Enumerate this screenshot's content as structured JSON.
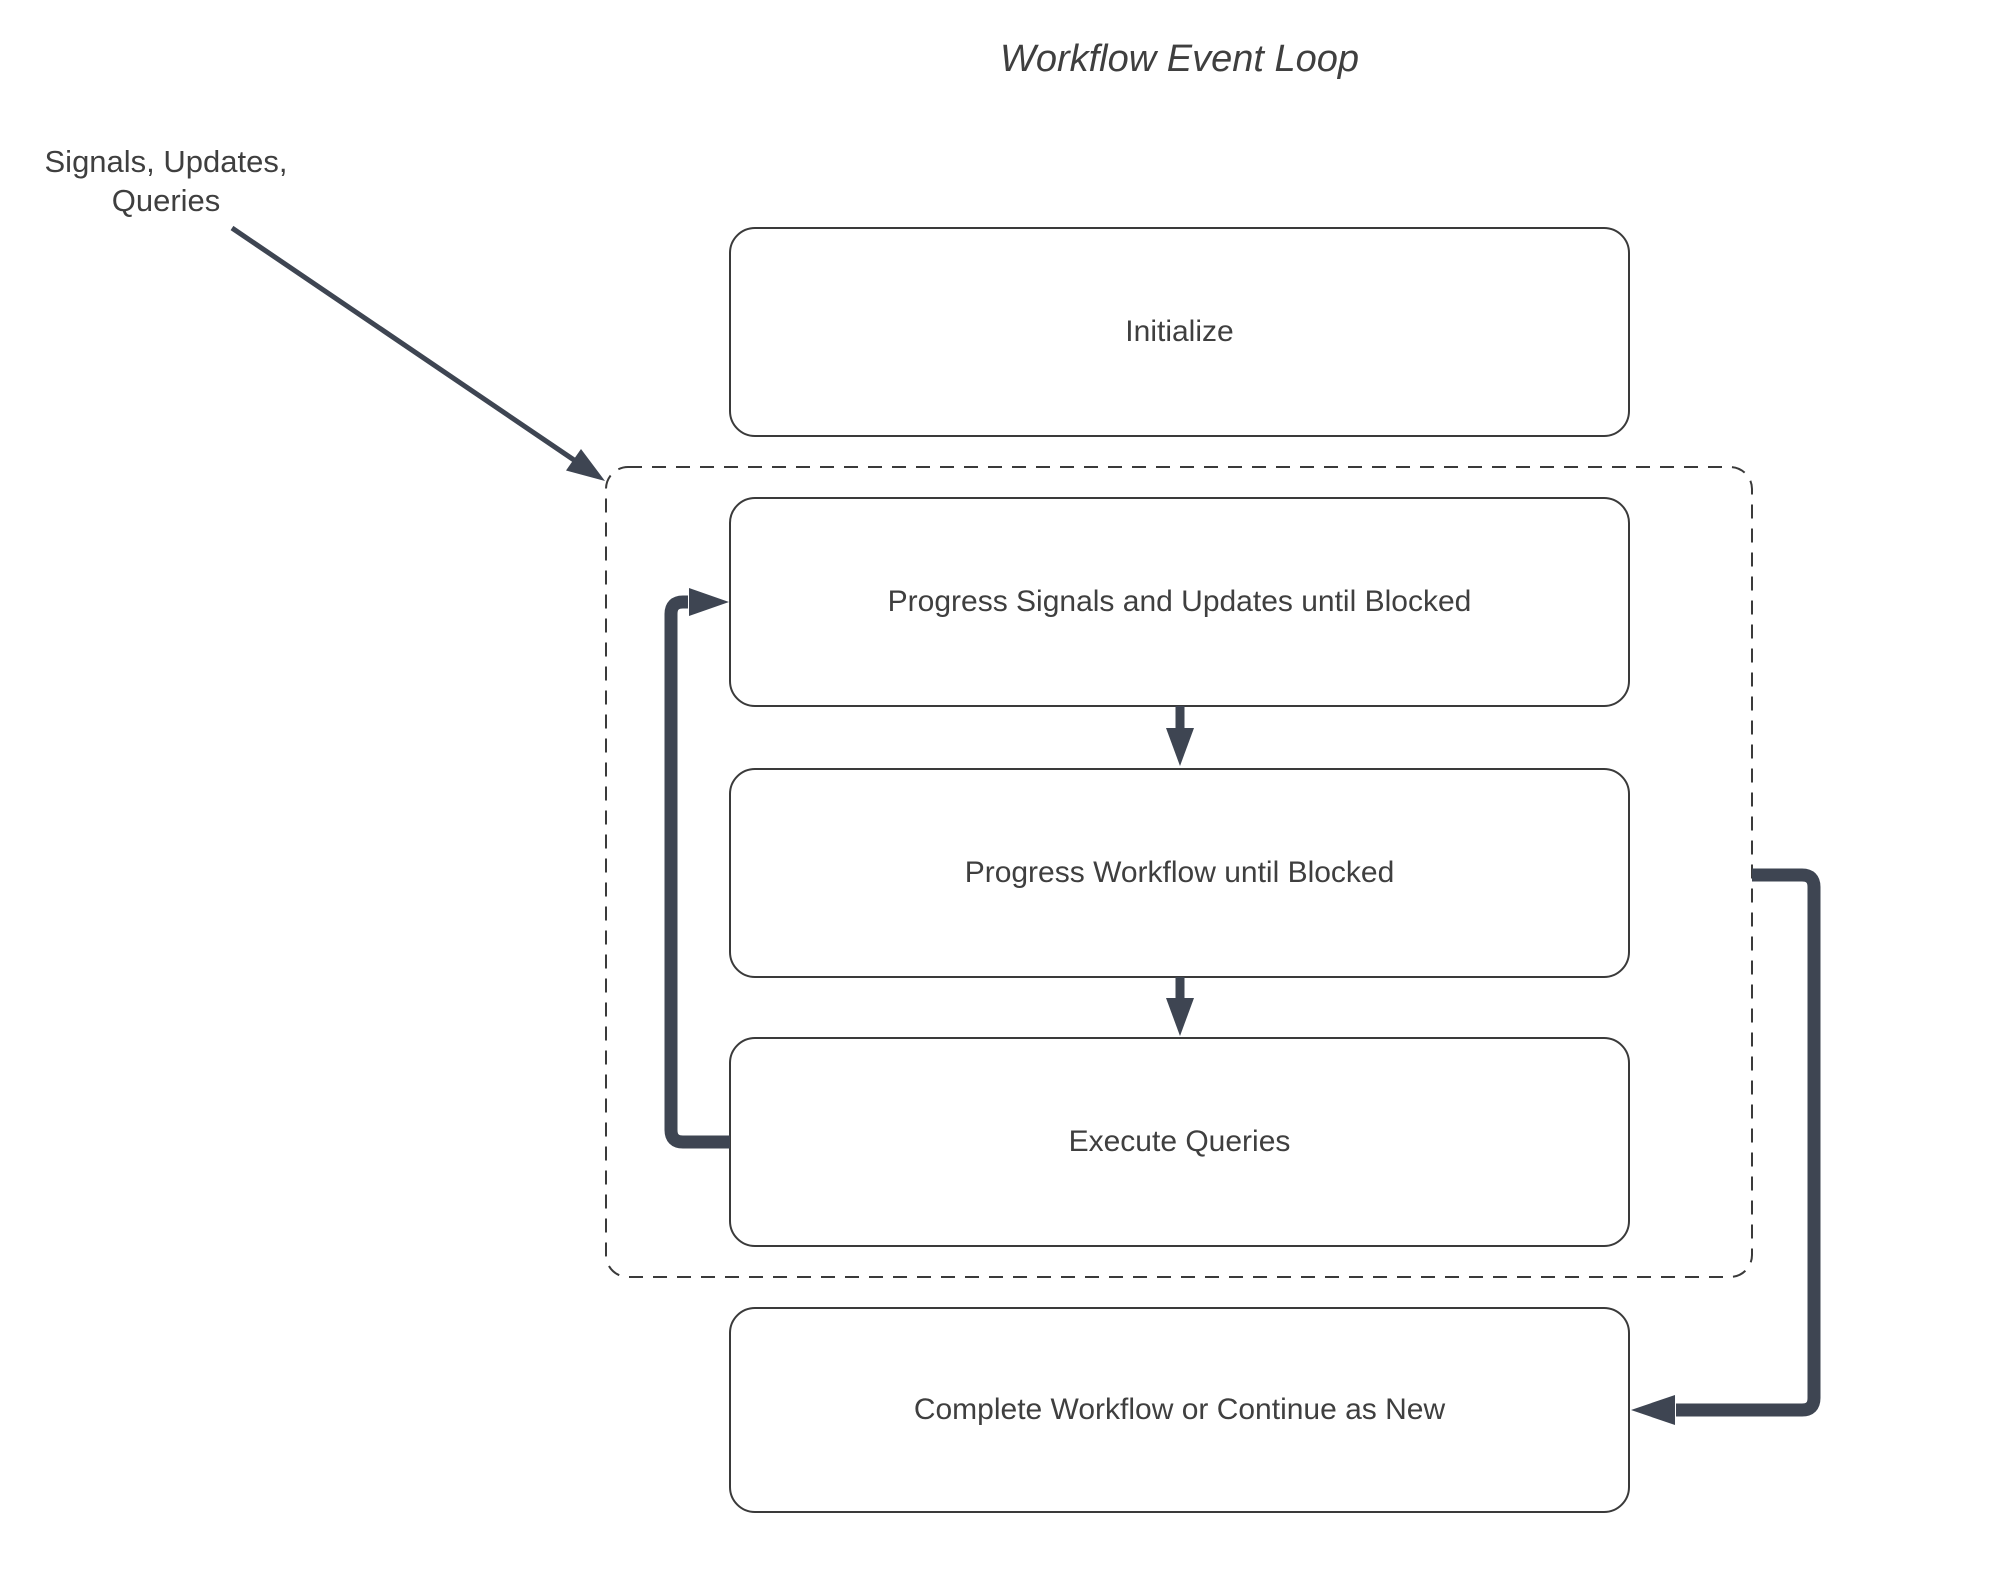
{
  "theme": {
    "background": "#ffffff",
    "box_fill": "#ffffff",
    "box_border": "#3a3a3a",
    "text_color": "#3f3f3f",
    "arrow_color": "#3e4552"
  },
  "title": "Workflow Event Loop",
  "external_input": {
    "line1": "Signals, Updates,",
    "line2": "Queries"
  },
  "nodes": {
    "initialize": {
      "label": "Initialize"
    },
    "progress_signals": {
      "label": "Progress Signals and Updates until Blocked"
    },
    "progress_workflow": {
      "label": "Progress Workflow until Blocked"
    },
    "execute_queries": {
      "label": "Execute Queries"
    },
    "complete": {
      "label": "Complete Workflow or Continue as New"
    }
  },
  "edges": [
    {
      "from": "external-input",
      "to": "event-loop-container",
      "style": "thin-diagonal-arrow"
    },
    {
      "from": "progress_signals",
      "to": "progress_workflow",
      "style": "down-arrow"
    },
    {
      "from": "progress_workflow",
      "to": "execute_queries",
      "style": "down-arrow"
    },
    {
      "from": "execute_queries",
      "to": "progress_signals",
      "style": "thick-loop-back-left"
    },
    {
      "from": "event-loop-container",
      "to": "complete",
      "style": "thick-exit-right"
    }
  ]
}
